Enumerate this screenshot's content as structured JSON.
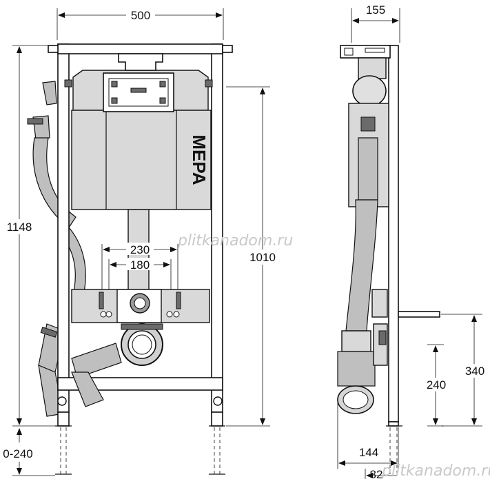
{
  "dimensions": {
    "frame_width": "500",
    "depth_top": "155",
    "total_height": "1148",
    "frame_height": "1010",
    "foot_range": "0-240",
    "spacing_outer": "230",
    "spacing_inner": "180",
    "side_height_a": "340",
    "side_height_b": "240",
    "bottom_depth": "144",
    "bottom_small": "82"
  },
  "logo_text": "MEPA",
  "watermarks": [
    "plitkanadom.ru",
    "plitkanadom.ru"
  ]
}
